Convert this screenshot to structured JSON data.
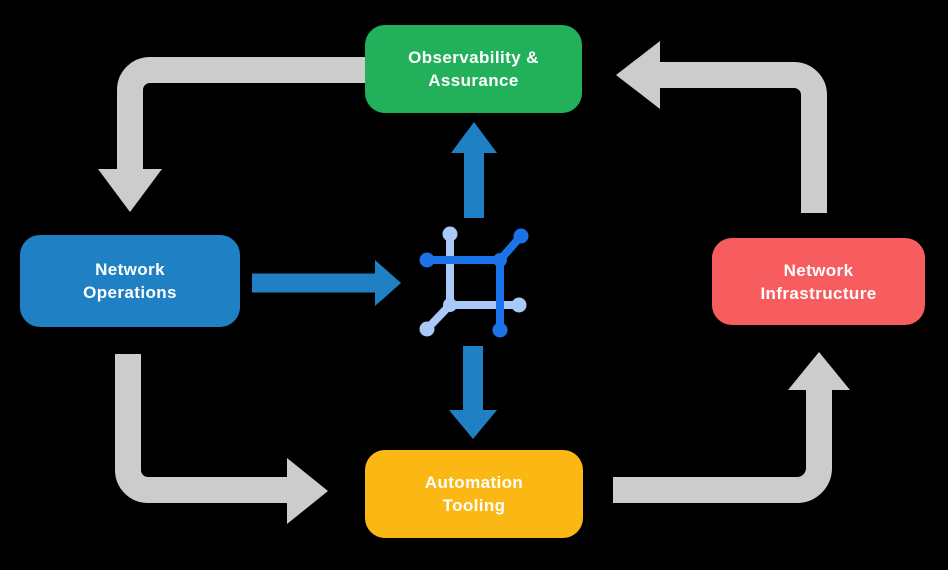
{
  "diagram": {
    "background": "#000000",
    "nodes": {
      "observability": {
        "label": "Observability &\nAssurance",
        "color": "#22b15a"
      },
      "operations": {
        "label": "Network\nOperations",
        "color": "#1f80c4"
      },
      "infrastructure": {
        "label": "Network\nInfrastructure",
        "color": "#f75d5f"
      },
      "automation": {
        "label": "Automation\nTooling",
        "color": "#fbb713"
      }
    },
    "hub": {
      "icon": "network-fabric-icon"
    },
    "colors": {
      "cycle_arrow": "#cccccc",
      "flow_arrow": "#1f80c4",
      "icon_dark": "#1a73e8",
      "icon_light": "#a9c9f8",
      "text": "#ffffff"
    },
    "edges": {
      "cycle": [
        {
          "from": "observability",
          "to": "operations"
        },
        {
          "from": "operations",
          "to": "automation"
        },
        {
          "from": "automation",
          "to": "infrastructure"
        },
        {
          "from": "infrastructure",
          "to": "observability"
        }
      ],
      "flows": [
        {
          "from": "operations",
          "to": "hub"
        },
        {
          "from": "hub",
          "to": "observability"
        },
        {
          "from": "hub",
          "to": "automation"
        }
      ]
    }
  }
}
